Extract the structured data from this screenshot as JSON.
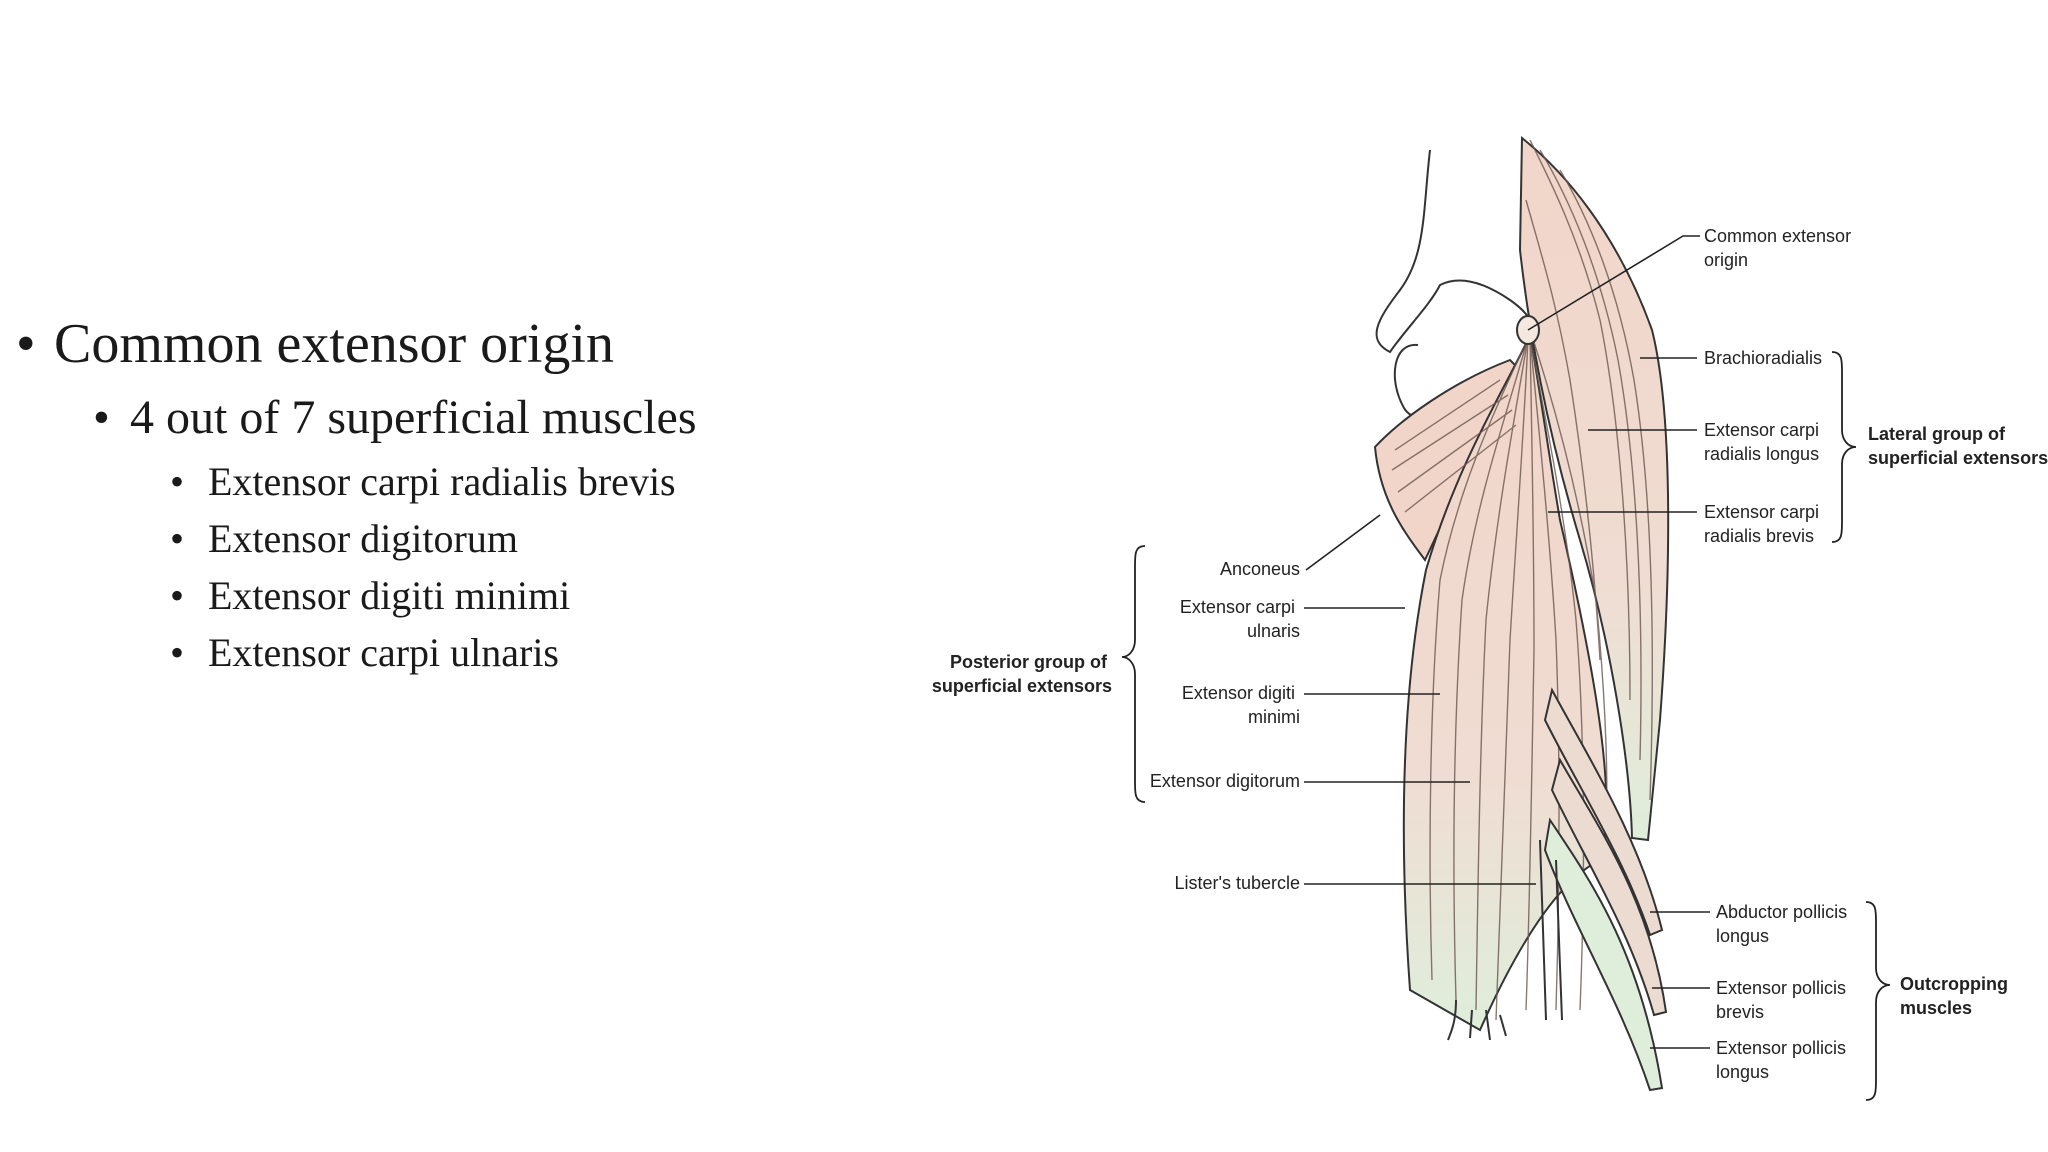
{
  "slide": {
    "bullets": {
      "main": "Common extensor origin",
      "sub": "4 out of 7 superficial muscles",
      "items": [
        "Extensor carpi radialis brevis",
        "Extensor digitorum",
        "Extensor digiti minimi",
        "Extensor carpi ulnaris"
      ]
    },
    "figure": {
      "labels": {
        "common_extensor_origin": [
          "Common extensor",
          "origin"
        ],
        "brachioradialis": [
          "Brachioradialis"
        ],
        "ecrl": [
          "Extensor carpi",
          "radialis longus"
        ],
        "ecrb": [
          "Extensor carpi",
          "radialis brevis"
        ],
        "anconeus": [
          "Anconeus"
        ],
        "ecu": [
          "Extensor carpi",
          "ulnaris"
        ],
        "edm": [
          "Extensor digiti",
          "minimi"
        ],
        "ed": [
          "Extensor digitorum"
        ],
        "listers": [
          "Lister's tubercle"
        ],
        "apl": [
          "Abductor pollicis",
          "longus"
        ],
        "epb": [
          "Extensor pollicis",
          "brevis"
        ],
        "epl": [
          "Extensor pollicis",
          "longus"
        ]
      },
      "groups": {
        "lateral": [
          "Lateral group of",
          "superficial extensors"
        ],
        "posterior": [
          "Posterior group of",
          "superficial extensors"
        ],
        "outcropping": [
          "Outcropping",
          "muscles"
        ]
      },
      "colors": {
        "muscle_pink": "#f1d5c9",
        "muscle_green": "#dfeedb",
        "outline": "#333333"
      }
    }
  }
}
